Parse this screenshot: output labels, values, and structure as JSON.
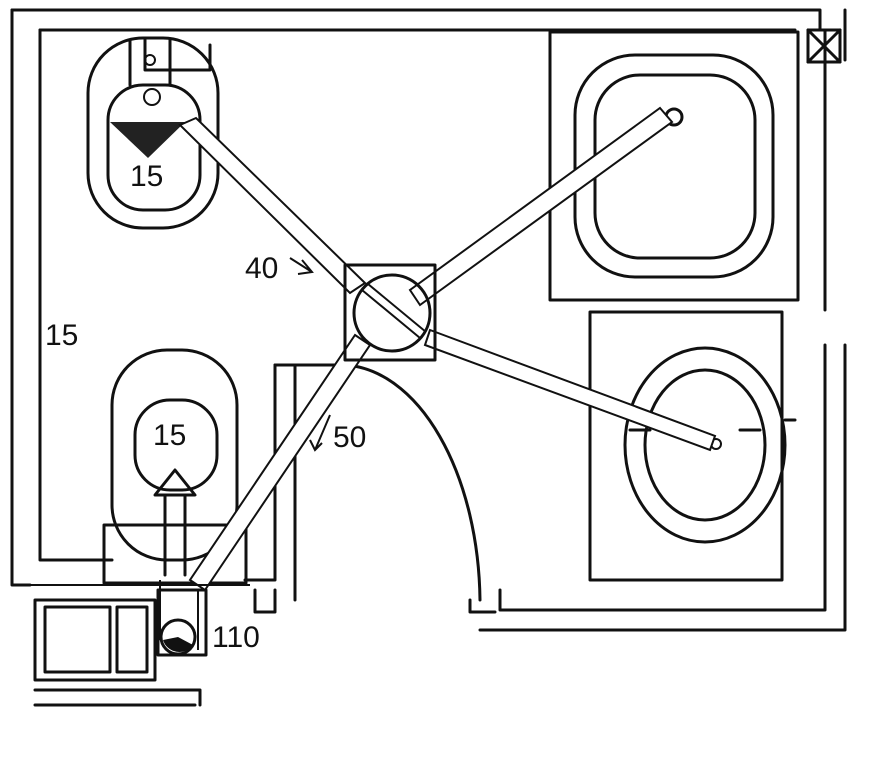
{
  "labels": {
    "wc_bidet_size": "15",
    "toilet_size": "15",
    "wall_size": "15",
    "drain_40": "40",
    "drain_50": "50",
    "main_stack": "110"
  },
  "colors": {
    "ink": "#111111",
    "paper": "#ffffff"
  }
}
